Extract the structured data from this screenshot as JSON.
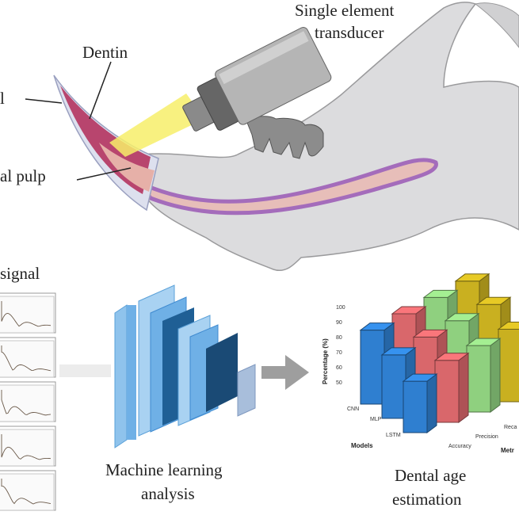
{
  "labels": {
    "transducer_line1": "Single element",
    "transducer_line2": "transducer",
    "dentin": "Dentin",
    "enamel_partial": "l",
    "pulp_partial": "al pulp",
    "signal_partial": "signal",
    "ml_line1": "Machine learning",
    "ml_line2": "analysis",
    "age_line1": "Dental age",
    "age_line2": "estimation"
  },
  "colors": {
    "bone": "#d9d9db",
    "dentin": "#b8456e",
    "pulp": "#e8b8b0",
    "pulp_canal": "#9b59b6",
    "beam": "#f7ee6a",
    "transducer": "#7d7d7d"
  },
  "chart_data": {
    "type": "bar3d",
    "ylabel": "Percentage (%)",
    "yticks": [
      "100",
      "90",
      "80",
      "70",
      "60",
      "50"
    ],
    "ylim": [
      50,
      100
    ],
    "models_label": "Models",
    "metrics_label": "Metr",
    "models": [
      "CNN",
      "MLP",
      "LSTM"
    ],
    "metrics": [
      "Accuracy",
      "Precision",
      "Reca",
      ""
    ],
    "series": [
      {
        "metric": "Accuracy",
        "color": "#2f7fd0",
        "values": [
          86,
          79,
          71
        ]
      },
      {
        "metric": "Precision",
        "color": "#d9676b",
        "values": [
          90,
          84,
          78
        ]
      },
      {
        "metric": "Reca",
        "color": "#8fd07f",
        "values": [
          94,
          88,
          81
        ]
      },
      {
        "metric": "",
        "color": "#c9b020",
        "values": [
          98,
          92,
          85
        ]
      }
    ]
  }
}
